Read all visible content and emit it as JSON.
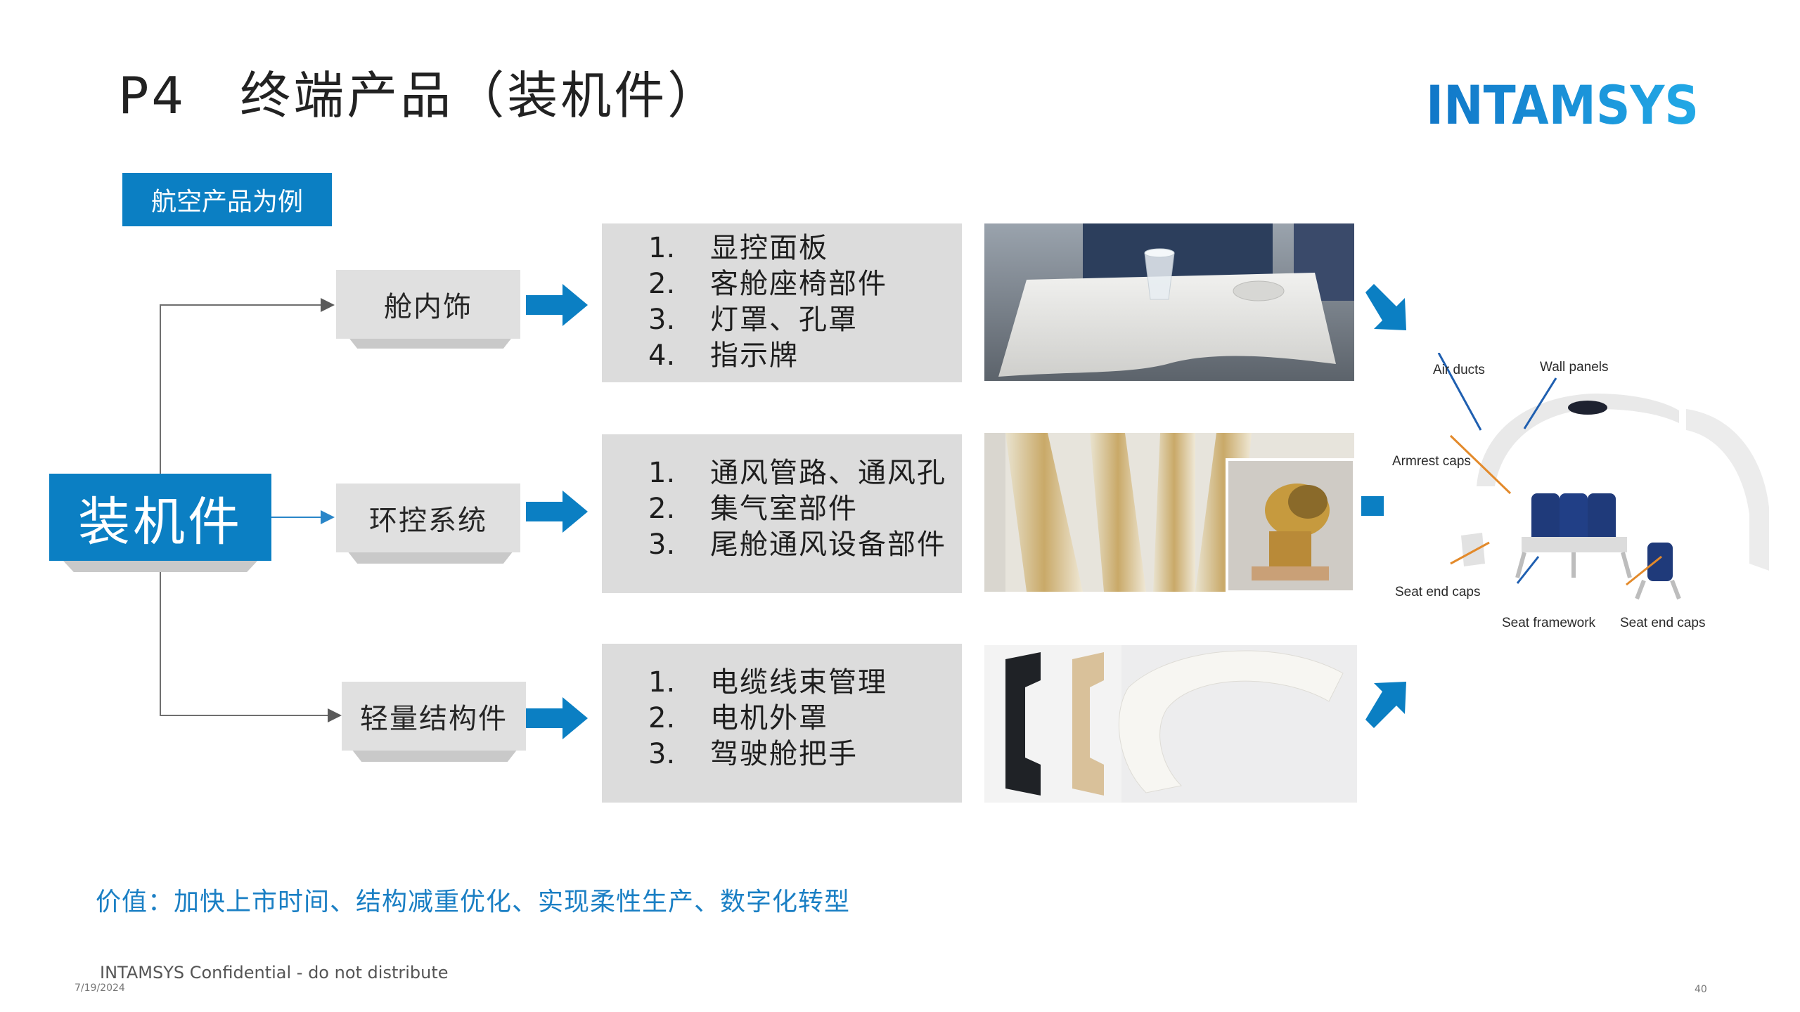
{
  "slide": {
    "title": "P4　终端产品（装机件）",
    "logo_text": "INTAMSYS",
    "tag_label": "航空产品为例",
    "main_label": "装机件",
    "categories": [
      {
        "label": "舱内饰",
        "items": [
          {
            "num": "1.",
            "text": "显控面板"
          },
          {
            "num": "2.",
            "text": "客舱座椅部件"
          },
          {
            "num": "3.",
            "text": "灯罩、孔罩"
          },
          {
            "num": "4.",
            "text": "指示牌"
          }
        ]
      },
      {
        "label": "环控系统",
        "items": [
          {
            "num": "1.",
            "text": "通风管路、通风孔"
          },
          {
            "num": "2.",
            "text": "集气室部件"
          },
          {
            "num": "3.",
            "text": "尾舱通风设备部件"
          }
        ]
      },
      {
        "label": "轻量结构件",
        "items": [
          {
            "num": "1.",
            "text": "电缆线束管理"
          },
          {
            "num": "2.",
            "text": "电机外罩"
          },
          {
            "num": "3.",
            "text": "驾驶舱把手"
          }
        ]
      }
    ],
    "diagram_labels": {
      "air_ducts": "Air ducts",
      "wall_panels": "Wall panels",
      "armrest_caps": "Armrest caps",
      "seat_end_caps_left": "Seat end caps",
      "seat_framework": "Seat framework",
      "seat_end_caps_right": "Seat end caps"
    },
    "value_text": "价值：加快上市时间、结构减重优化、实现柔性生产、数字化转型",
    "footer_text": "INTAMSYS Confidential - do not distribute",
    "date": "7/19/2024",
    "page_number": "40"
  },
  "colors": {
    "accent": "#0b7fc3",
    "value_text": "#1a7fc4",
    "box_grey": "#dcdcdc"
  }
}
